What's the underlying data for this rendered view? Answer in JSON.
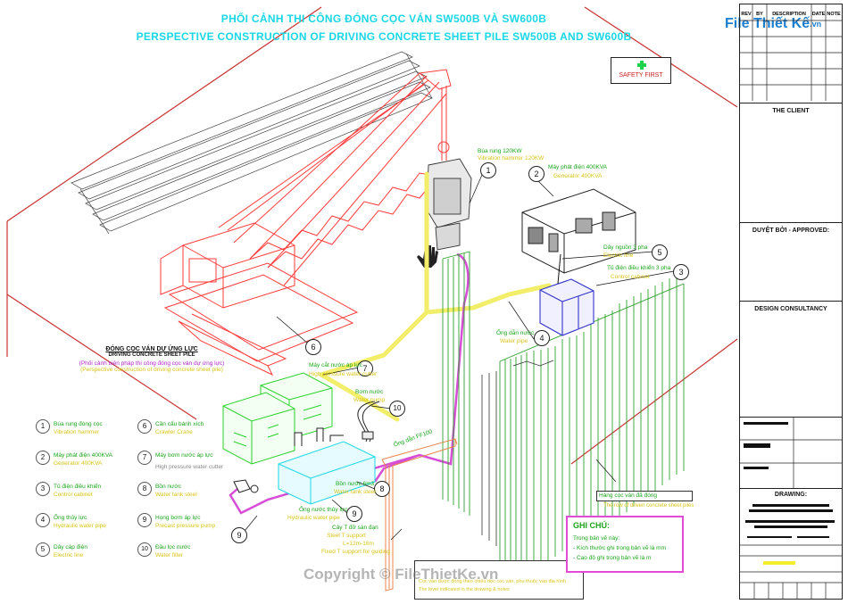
{
  "title": {
    "vi": "PHỐI CẢNH THI CÔNG ĐÓNG CỌC VÁN SW500B VÀ SW600B",
    "en": "PERSPECTIVE CONSTRUCTION OF DRIVING CONCRETE SHEET PILE SW500B AND SW600B"
  },
  "logo": {
    "text": "File Thiết Kế",
    "suffix": ".vn"
  },
  "title_block": {
    "rev_headers": [
      "REV",
      "BY",
      "DESCRIPTION",
      "DATE",
      "NOTE"
    ],
    "client": "THE CLIENT",
    "approved": "DUYỆT BỞI - APPROVED:",
    "consultancy": "DESIGN CONSULTANCY",
    "drawing": "DRAWING:"
  },
  "safety": {
    "text": "SAFETY FIRST",
    "icon": "green-cross-icon"
  },
  "subtitle": {
    "vi": "ĐÓNG CỌC VÁN DỰ ỨNG LỰC",
    "en": "DRIVING CONCRETE SHEET PILE",
    "desc_vi": "(Phối cảnh biện pháp thi công đóng cọc ván dự ứng lực)",
    "desc_en": "(Perspective construction of driving concrete sheet pile)"
  },
  "legend": [
    {
      "num": "1",
      "vi": "Búa rung đóng cọc",
      "en": "Vibration hammer"
    },
    {
      "num": "2",
      "vi": "Máy phát điện 400KVA",
      "en": "Generator 400KVA"
    },
    {
      "num": "3",
      "vi": "Tủ điện điều khiển",
      "en": "Control cabinet"
    },
    {
      "num": "4",
      "vi": "Ống thủy lực",
      "en": "Hydraulic water pipe"
    },
    {
      "num": "5",
      "vi": "Dây cáp điện",
      "en": "Electric line"
    },
    {
      "num": "6",
      "vi": "Cần cẩu bánh xích",
      "en": "Crawler Crane"
    },
    {
      "num": "7",
      "vi": "Máy bơm nước áp lực",
      "en": "High pressure water cutter"
    },
    {
      "num": "8",
      "vi": "Bồn nước",
      "en": "Water tank steel"
    },
    {
      "num": "9",
      "vi": "Họng bơm áp lực",
      "en": "Precast pressure pump"
    },
    {
      "num": "10",
      "vi": "Đầu lọc nước",
      "en": "Water filter"
    }
  ],
  "labels": {
    "hammer_vi": "Búa rung 120KW",
    "hammer_en": "Vibration hammer 120KW",
    "generator_vi": "Máy phát điện 400KVA",
    "generator_en": "Generator 400KVA",
    "cable_vi": "Dây nguồn 3 pha",
    "cable_en": "Electric line",
    "cabinet_vi": "Tủ điện điều khiển 3 pha",
    "cabinet_en": "Control cabinet",
    "pipe_vi": "Ống dẫn nước",
    "pipe_en": "Water pipe",
    "pump_vi": "Máy cắt nước áp lực",
    "pump_en": "High pressure water cutter",
    "filter_vi": "Bơm nước",
    "filter_en": "Water pump",
    "tank_vi": "Bồn nước 6m3",
    "tank_en": "Water tank steel",
    "hose_vi": "Ống nước thủy lực",
    "hose_en": "Hydraulic water pipe",
    "tbeam_vi": "Cây T đỡ sàn đạn",
    "tbeam_en": "Steel T support",
    "tbeam_len": "L=12m-16m",
    "tbeam_en2": "Fixed T support for guiding",
    "pile_vi": "Hàng cọc ván đã đóng",
    "pile_en": "The row of driven concrete sheet piles",
    "pile_note_vi": "Cọc ván được đóng theo chiều dọc cọc ván, phụ thuộc vào địa hình",
    "pile_note_en": "The level indicated in the drawing & notes",
    "magenta_pipe": "Ống dẫn FF100"
  },
  "note": {
    "title": "GHI CHÚ:",
    "lines": [
      "Trong bản vẽ này:",
      "- Kích thước ghi trong bản vẽ là mm",
      "- Cao độ ghi trong bản vẽ là m"
    ]
  },
  "callouts": [
    "1",
    "2",
    "3",
    "4",
    "5",
    "6",
    "7",
    "8",
    "9",
    "9",
    "10"
  ],
  "watermark": "Copyright © FileThietKe.vn",
  "colors": {
    "crane": "#ff3b3b",
    "pile": "#2ea02e",
    "pipe_yellow": "#f2ee6a",
    "pipe_magenta": "#d64ed6",
    "cyan": "#19d7e6",
    "generator_blue": "#3333cc",
    "frame_red": "#c83232"
  }
}
